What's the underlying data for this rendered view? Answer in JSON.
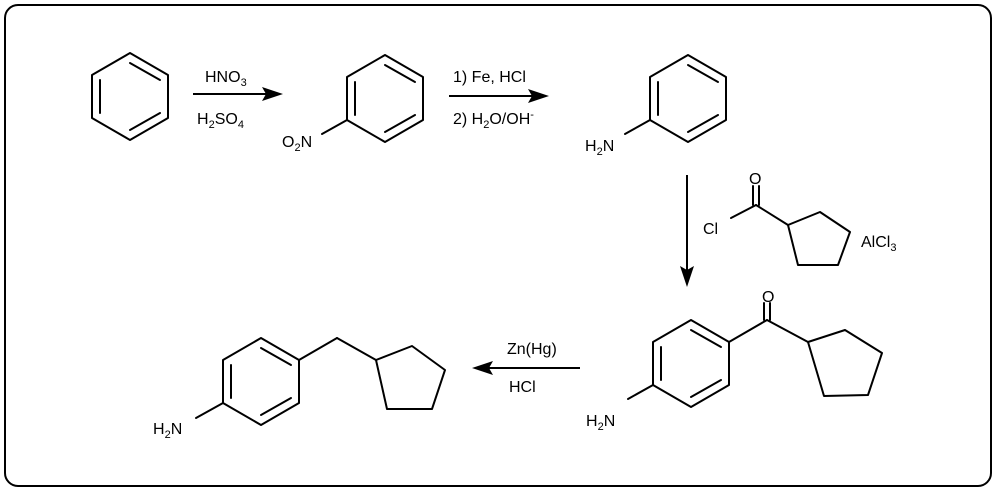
{
  "step1": {
    "above": {
      "a": "HNO",
      "b": "3"
    },
    "below": {
      "a": "H",
      "b": "2",
      "c": "SO",
      "d": "4"
    }
  },
  "nitro_group": {
    "a": "O",
    "b": "2",
    "c": "N"
  },
  "step2": {
    "above": "1) Fe, HCl",
    "below": {
      "a": "2) H",
      "b": "2",
      "c": "O/OH",
      "d": "-"
    }
  },
  "amine_group": {
    "a": "H",
    "b": "2",
    "c": "N"
  },
  "step3": {
    "acyl_chloride": {
      "oxygen": "O",
      "chlorine": "Cl"
    },
    "catalyst": {
      "a": "AlCl",
      "b": "3"
    }
  },
  "ketone_product": {
    "oxygen": "O",
    "amine": {
      "a": "H",
      "b": "2",
      "c": "N"
    }
  },
  "step4": {
    "above": "Zn(Hg)",
    "below": "HCl"
  },
  "final_product": {
    "amine": {
      "a": "H",
      "b": "2",
      "c": "N"
    }
  }
}
